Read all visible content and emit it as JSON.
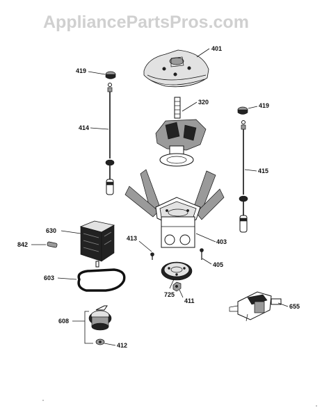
{
  "watermark": "AppliancePartsPros.com",
  "colors": {
    "ink": "#111111",
    "watermark": "#d0d0d0",
    "background": "#ffffff"
  },
  "callouts": {
    "c401": "401",
    "c419_left": "419",
    "c320": "320",
    "c419_right": "419",
    "c414": "414",
    "c415": "415",
    "c630": "630",
    "c842": "842",
    "c413": "413",
    "c403": "403",
    "c405": "405",
    "c603": "603",
    "c725": "725",
    "c411": "411",
    "c655": "655",
    "c608": "608",
    "c412": "412"
  }
}
